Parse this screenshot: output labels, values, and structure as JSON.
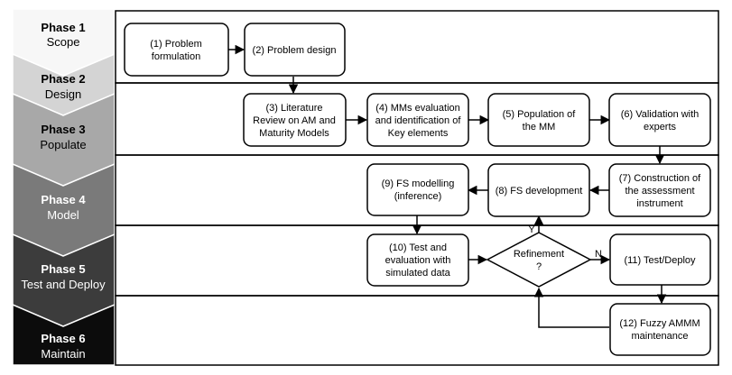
{
  "phases": [
    {
      "title": "Phase 1",
      "name": "Scope",
      "fill": "#f7f7f7",
      "text_color": "#000000"
    },
    {
      "title": "Phase 2",
      "name": "Design",
      "fill": "#d4d4d4",
      "text_color": "#000000"
    },
    {
      "title": "Phase 3",
      "name": "Populate",
      "fill": "#a8a8a8",
      "text_color": "#000000"
    },
    {
      "title": "Phase 4",
      "name": "Model",
      "fill": "#7a7a7a",
      "text_color": "#ffffff"
    },
    {
      "title": "Phase 5",
      "name": "Test and Deploy",
      "fill": "#3c3c3c",
      "text_color": "#ffffff"
    },
    {
      "title": "Phase 6",
      "name": "Maintain",
      "fill": "#0c0c0c",
      "text_color": "#ffffff"
    }
  ],
  "steps": {
    "s1": [
      "(1) Problem",
      "formulation"
    ],
    "s2": [
      "(2) Problem design"
    ],
    "s3": [
      "(3) Literature",
      "Review on AM and",
      "Maturity Models"
    ],
    "s4": [
      "(4) MMs evaluation",
      "and identification of",
      "Key elements"
    ],
    "s5": [
      "(5) Population of",
      "the MM"
    ],
    "s6": [
      "(6) Validation with",
      "experts"
    ],
    "s7": [
      "(7) Construction of",
      "the assessment",
      "instrument"
    ],
    "s8": [
      "(8) FS development"
    ],
    "s9": [
      "(9) FS modelling",
      "(inference)"
    ],
    "s10": [
      "(10) Test and",
      "evaluation with",
      "simulated data"
    ],
    "s11": [
      "(11) Test/Deploy"
    ],
    "s12": [
      "(12) Fuzzy AMMM",
      "maintenance"
    ]
  },
  "decision": {
    "lines": [
      "Refinement",
      "?"
    ],
    "yes_label": "Y",
    "no_label": "N"
  },
  "colors": {
    "line": "#000000",
    "box_fill": "#ffffff"
  }
}
